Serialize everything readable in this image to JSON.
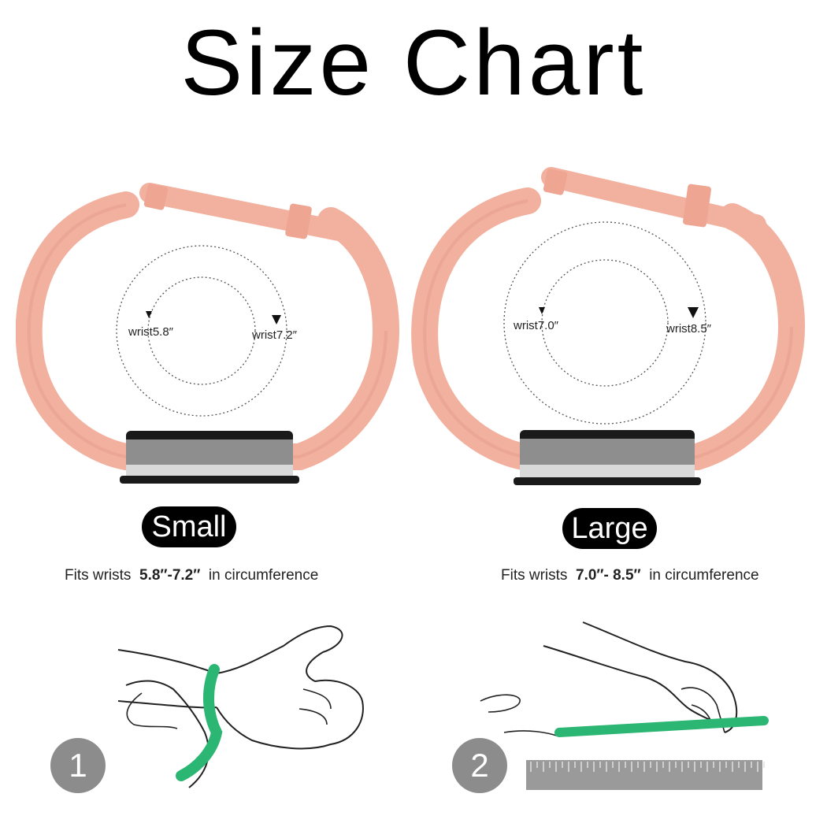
{
  "header": {
    "title": "Size Chart"
  },
  "small": {
    "badge": "Small",
    "wrist_min_label": "wrist5.8″",
    "wrist_max_label": "wrist7.2″",
    "fits_prefix": "Fits wrists",
    "fits_range": "5.8″-7.2″",
    "fits_suffix": "in circumference"
  },
  "large": {
    "badge": "Large",
    "wrist_min_label": "wrist7.0″",
    "wrist_max_label": "wrist8.5″",
    "fits_prefix": "Fits wrists",
    "fits_range": "7.0″- 8.5″",
    "fits_suffix": "in circumference"
  },
  "steps": [
    {
      "number": "1"
    },
    {
      "number": "2"
    }
  ],
  "colors": {
    "band": "#f2b09e",
    "band_shadow": "#e39c89",
    "tracker_gray": "#8e8e8e",
    "tape_green": "#2bb673",
    "step_circle": "#8c8c8c",
    "badge_bg": "#000000"
  }
}
